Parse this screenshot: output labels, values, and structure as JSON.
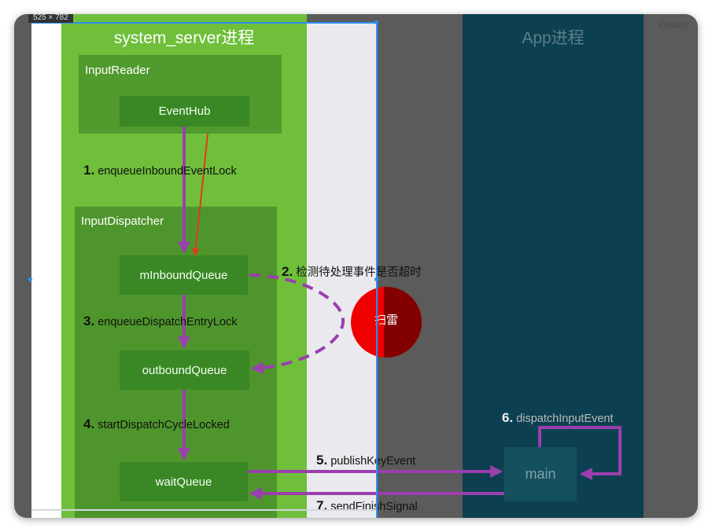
{
  "size_badge": "525 × 782",
  "right_faint_text": "Ointon",
  "system_server": {
    "title": "system_server进程",
    "input_reader": {
      "label": "InputReader",
      "event_hub": "EventHub"
    },
    "input_dispatcher": {
      "label": "InputDispatcher",
      "inbound_queue": "mInboundQueue",
      "outbound_queue": "outboundQueue",
      "wait_queue": "waitQueue"
    }
  },
  "app": {
    "title": "App进程",
    "main": "main"
  },
  "steps": [
    {
      "num": "1.",
      "text": "enqueueInboundEventLock"
    },
    {
      "num": "2.",
      "text": "检测待处理事件是否超时"
    },
    {
      "num": "3.",
      "text": "enqueueDispatchEntryLock"
    },
    {
      "num": "4.",
      "text": "startDispatchCycleLocked"
    },
    {
      "num": "5.",
      "text": "publishKeyEvent"
    },
    {
      "num": "6.",
      "text": "dispatchInputEvent"
    },
    {
      "num": "7.",
      "text": "sendFinishSignal"
    }
  ],
  "mine_label": "扫雷",
  "colors": {
    "system_panel": "#6fbf3b",
    "box": "#509a2e",
    "node": "#3a8725",
    "app_panel": "#0c4050",
    "arrow": "#9b3fae",
    "red_arrow": "#e23a18",
    "mine": "#ee0000"
  }
}
